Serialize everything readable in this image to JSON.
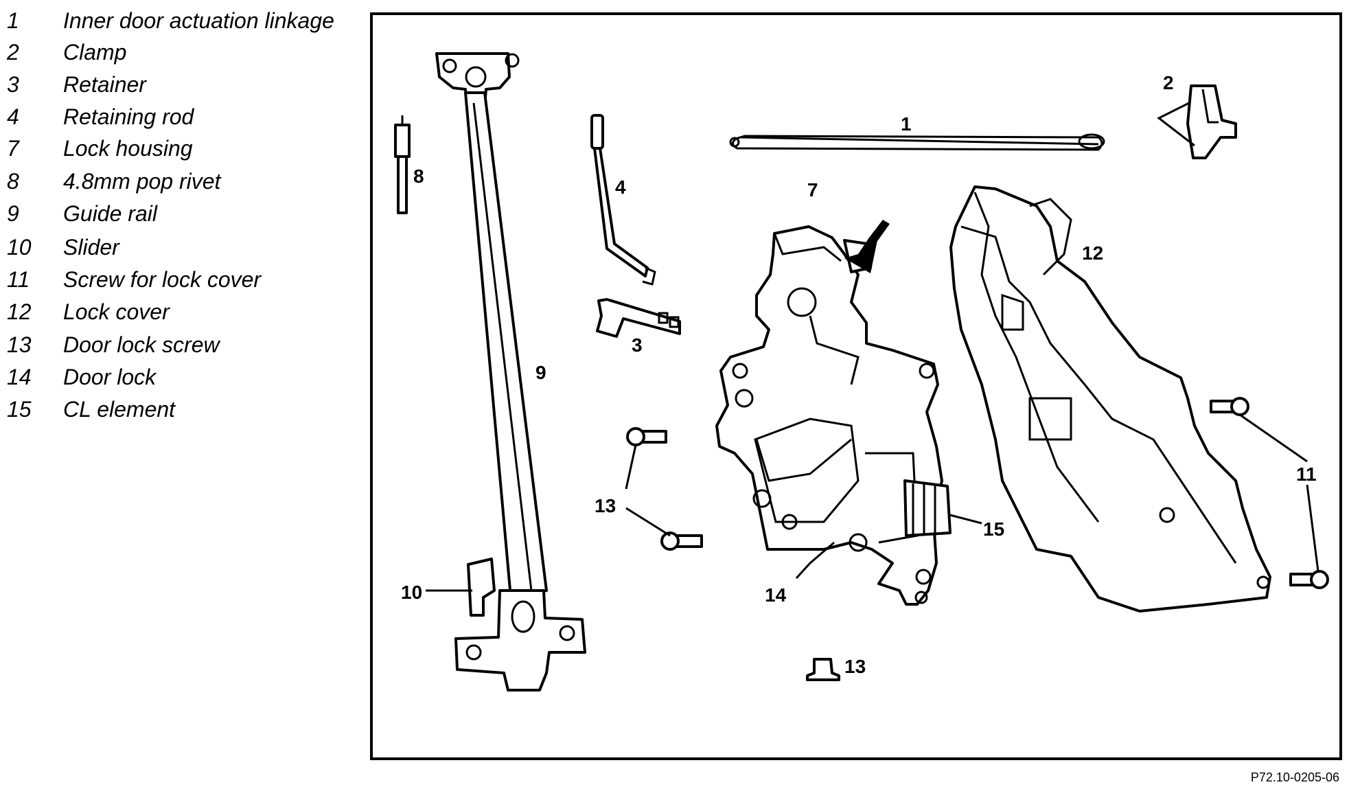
{
  "legend": [
    {
      "num": "1",
      "label": "Inner door actuation linkage"
    },
    {
      "num": "2",
      "label": "Clamp"
    },
    {
      "num": "3",
      "label": "Retainer"
    },
    {
      "num": "4",
      "label": "Retaining rod"
    },
    {
      "num": "7",
      "label": "Lock housing"
    },
    {
      "num": "8",
      "label": "4.8mm pop rivet"
    },
    {
      "num": "9",
      "label": "Guide rail"
    },
    {
      "num": "10",
      "label": "Slider"
    },
    {
      "num": "11",
      "label": "Screw for lock cover"
    },
    {
      "num": "12",
      "label": "Lock cover"
    },
    {
      "num": "13",
      "label": "Door lock screw"
    },
    {
      "num": "14",
      "label": "Door lock"
    },
    {
      "num": "15",
      "label": "CL element"
    }
  ],
  "callouts": {
    "c1": "1",
    "c2": "2",
    "c3": "3",
    "c4": "4",
    "c7": "7",
    "c8": "8",
    "c9": "9",
    "c10": "10",
    "c11": "11",
    "c12": "12",
    "c13a": "13",
    "c13b": "13",
    "c14": "14",
    "c15": "15"
  },
  "figure_code": "P72.10-0205-06"
}
